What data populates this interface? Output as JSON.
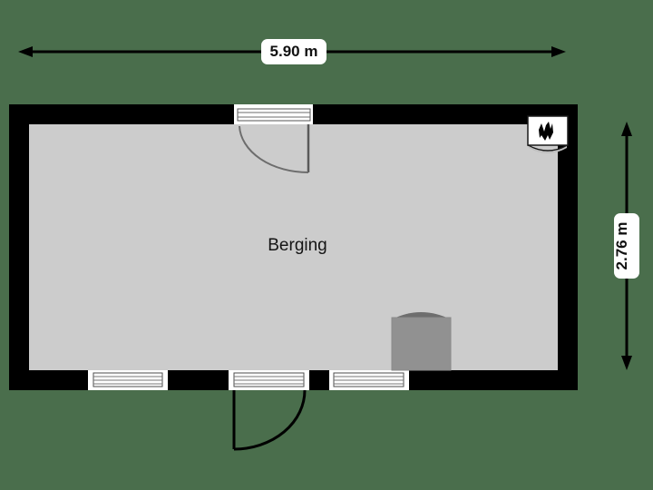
{
  "plan": {
    "background_color": "#4a6e4c",
    "floor_color": "#cccccc",
    "wall_color": "#000000",
    "window_color": "#ffffff",
    "appliance_color": "#919191",
    "label_bg_color": "#ffffff"
  },
  "dimensions": {
    "width": {
      "value": "5.90 m",
      "orientation": "horizontal"
    },
    "height": {
      "value": "2.76 m",
      "orientation": "vertical"
    }
  },
  "rooms": [
    {
      "name": "Berging",
      "label": "Berging"
    }
  ],
  "doors": [
    {
      "id": "top-door",
      "wall": "top",
      "swing": "inward",
      "hinge": "right"
    },
    {
      "id": "bottom-door",
      "wall": "bottom",
      "swing": "outward",
      "hinge": "left"
    }
  ],
  "windows": [
    {
      "id": "bottom-window-left",
      "wall": "bottom"
    },
    {
      "id": "bottom-window-center",
      "wall": "bottom"
    },
    {
      "id": "bottom-window-right",
      "wall": "bottom"
    }
  ],
  "fixtures": [
    {
      "id": "boiler",
      "icon": "boiler-icon",
      "wall": "right-top"
    },
    {
      "id": "appliance",
      "icon": "appliance-icon"
    }
  ]
}
